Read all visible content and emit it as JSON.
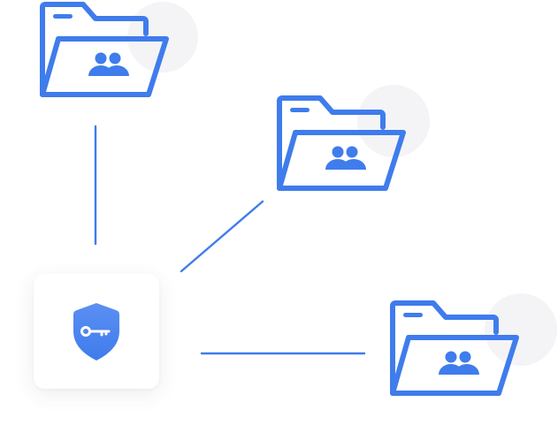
{
  "colors": {
    "accent": "#3f7cec",
    "accent_light": "#5b8ff2",
    "halo": "#f4f4f6",
    "card_bg": "#ffffff",
    "background": "#ffffff"
  },
  "nodes": {
    "hub": {
      "icon": "shield-key-icon"
    },
    "folders": [
      {
        "icon": "shared-folder-icon",
        "badge_icon": "users-icon"
      },
      {
        "icon": "shared-folder-icon",
        "badge_icon": "users-icon"
      },
      {
        "icon": "shared-folder-icon",
        "badge_icon": "users-icon"
      }
    ]
  },
  "connectors": [
    {
      "from": "hub",
      "to": "folder-1"
    },
    {
      "from": "hub",
      "to": "folder-2"
    },
    {
      "from": "hub",
      "to": "folder-3"
    }
  ]
}
